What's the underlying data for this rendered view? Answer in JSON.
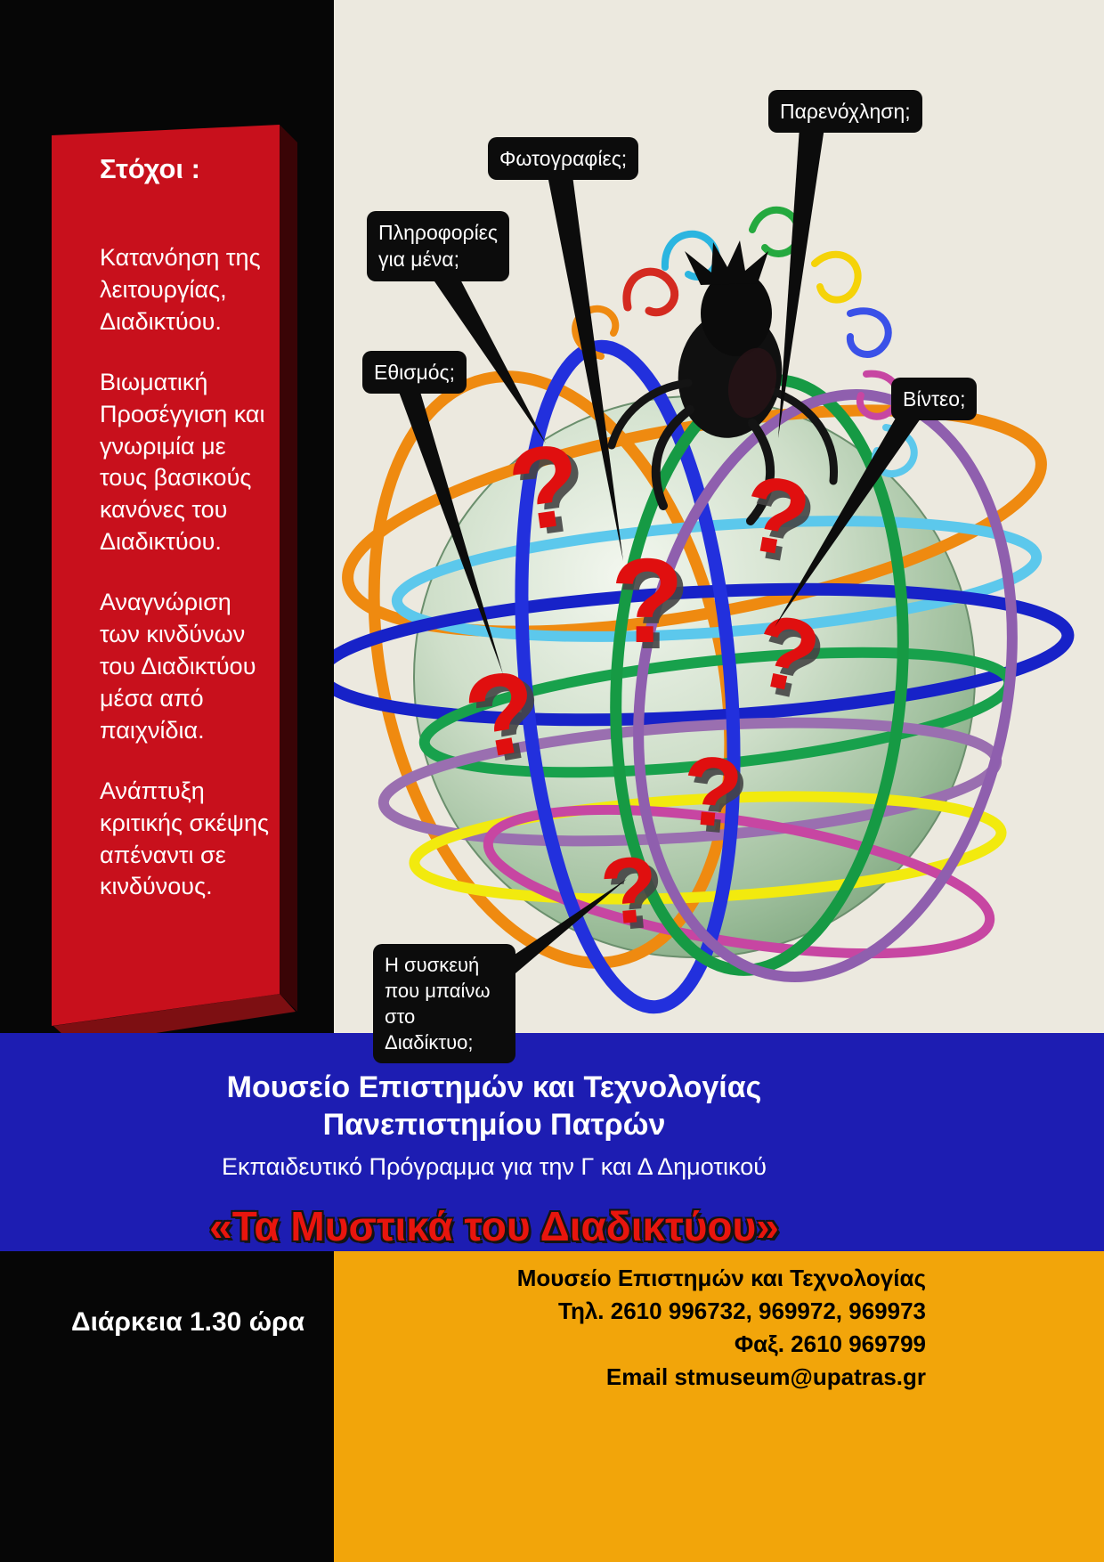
{
  "poster": {
    "goals_panel": {
      "title": "Στόχοι :",
      "items": [
        "Κατανόηση της λειτουργίας, Διαδικτύου.",
        "Βιωματική Προσέγγιση και γνωριμία με τους βασικούς κανόνες του Διαδικτύου.",
        "Αναγνώριση των κινδύνων του Διαδικτύου μέσα από παιχνίδια.",
        "Ανάπτυξη κριτικής σκέψης απέναντι σε κινδύνους."
      ]
    },
    "callouts": [
      {
        "label": "Παρενόχληση;"
      },
      {
        "label": "Φωτογραφίες;"
      },
      {
        "label": "Πληροφορίες για μένα;"
      },
      {
        "label": "Εθισμός;"
      },
      {
        "label": "Βίντεο;"
      },
      {
        "label": "Η συσκευή που μπαίνω στο Διαδίκτυο;"
      }
    ],
    "illustration": {
      "question_mark": "?"
    },
    "banner": {
      "line1": "Μουσείο  Επιστημών και Τεχνολογίας",
      "line2": "Πανεπιστημίου Πατρών",
      "line3": "Εκπαιδευτικό Πρόγραμμα για την Γ και Δ Δημοτικού",
      "title": "«Τα Μυστικά του Διαδικτύου»"
    },
    "footer": {
      "duration": "Διάρκεια  1.30 ώρα",
      "org": "Μουσείο Επιστημών και Τεχνολογίας",
      "tel": "Τηλ. 2610 996732, 969972, 969973",
      "fax": "Φαξ. 2610 969799",
      "email": "Email stmuseum@upatras.gr"
    },
    "colors": {
      "panel_red": "#c8101c",
      "blue_band": "#1d1db2",
      "footer_orange": "#f2a50a",
      "title_red": "#e8150d",
      "background_cream": "#ece9df",
      "question_mark_red": "#e00f0f"
    }
  }
}
